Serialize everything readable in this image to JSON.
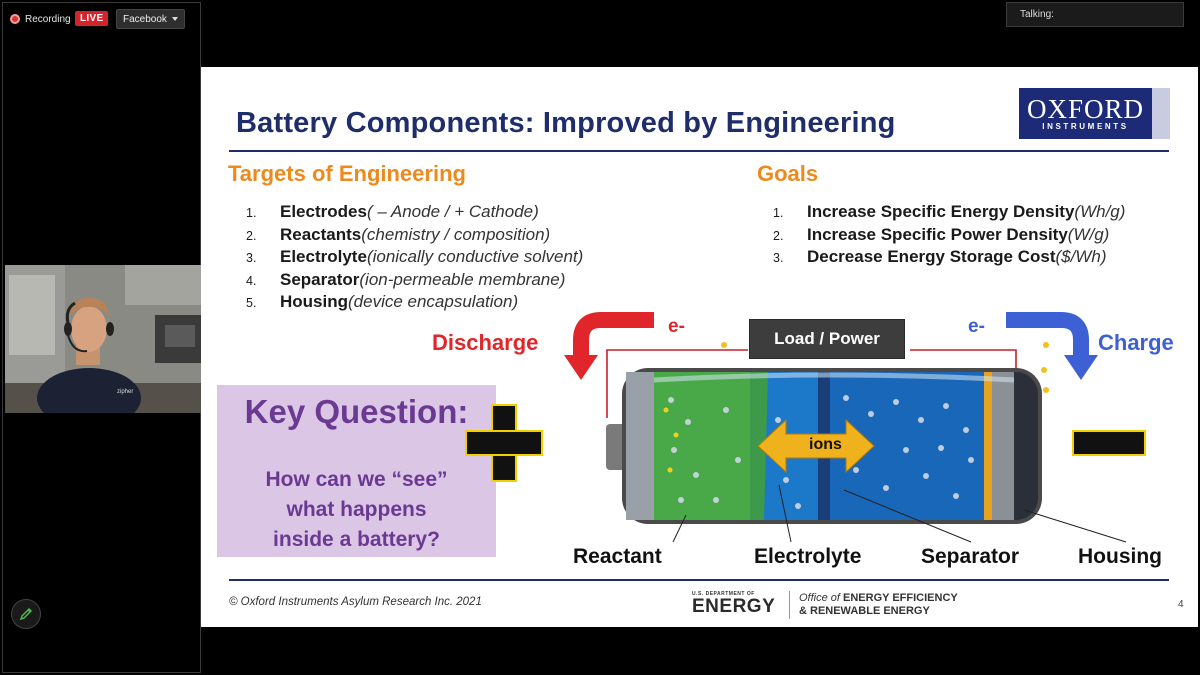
{
  "meeting": {
    "recording_label": "Recording",
    "live_label": "LIVE",
    "stream_target": "Facebook",
    "talking_label": "Talking:"
  },
  "slide": {
    "title": "Battery Components: Improved by Engineering",
    "logo": {
      "main": "OXFORD",
      "sub": "INSTRUMENTS"
    },
    "targets": {
      "heading": "Targets of Engineering",
      "items": [
        {
          "num": "1.",
          "bold": "Electrodes",
          "italic": " ( – Anode / + Cathode)"
        },
        {
          "num": "2.",
          "bold": "Reactants",
          "italic": " (chemistry / composition)"
        },
        {
          "num": "3.",
          "bold": "Electrolyte",
          "italic": " (ionically conductive solvent)"
        },
        {
          "num": "4.",
          "bold": "Separator",
          "italic": " (ion-permeable membrane)"
        },
        {
          "num": "5.",
          "bold": "Housing",
          "italic": " (device encapsulation)"
        }
      ]
    },
    "goals": {
      "heading": "Goals",
      "items": [
        {
          "num": "1.",
          "bold": "Increase Specific Energy Density",
          "italic": " (Wh/g)"
        },
        {
          "num": "2.",
          "bold": "Increase Specific Power Density",
          "italic": " (W/g)"
        },
        {
          "num": "3.",
          "bold": "Decrease Energy Storage Cost",
          "italic": " ($/Wh)"
        }
      ]
    },
    "key_question": {
      "title": "Key Question:",
      "line1": "How can we “see”",
      "line2": "what happens",
      "line3": "inside a battery?"
    },
    "diagram": {
      "discharge": "Discharge",
      "charge": "Charge",
      "electron_left": "e-",
      "electron_right": "e-",
      "load": "Load / Power",
      "ions": "ions",
      "parts": [
        "Reactant",
        "Electrolyte",
        "Separator",
        "Housing"
      ]
    },
    "footer": {
      "copyright": "© Oxford Instruments Asylum Research Inc. 2021",
      "doe_small": "U.S. DEPARTMENT OF",
      "doe_big": "ENERGY",
      "eere_office": "Office of",
      "eere_line1": "ENERGY EFFICIENCY",
      "eere_line2": "& RENEWABLE ENERGY",
      "page_number": "4"
    },
    "colors": {
      "title_navy": "#1f2d6b",
      "heading_orange": "#ee8a1c",
      "discharge_red": "#e0262a",
      "charge_blue": "#3d60d4",
      "question_purple": "#6a3a93"
    }
  }
}
